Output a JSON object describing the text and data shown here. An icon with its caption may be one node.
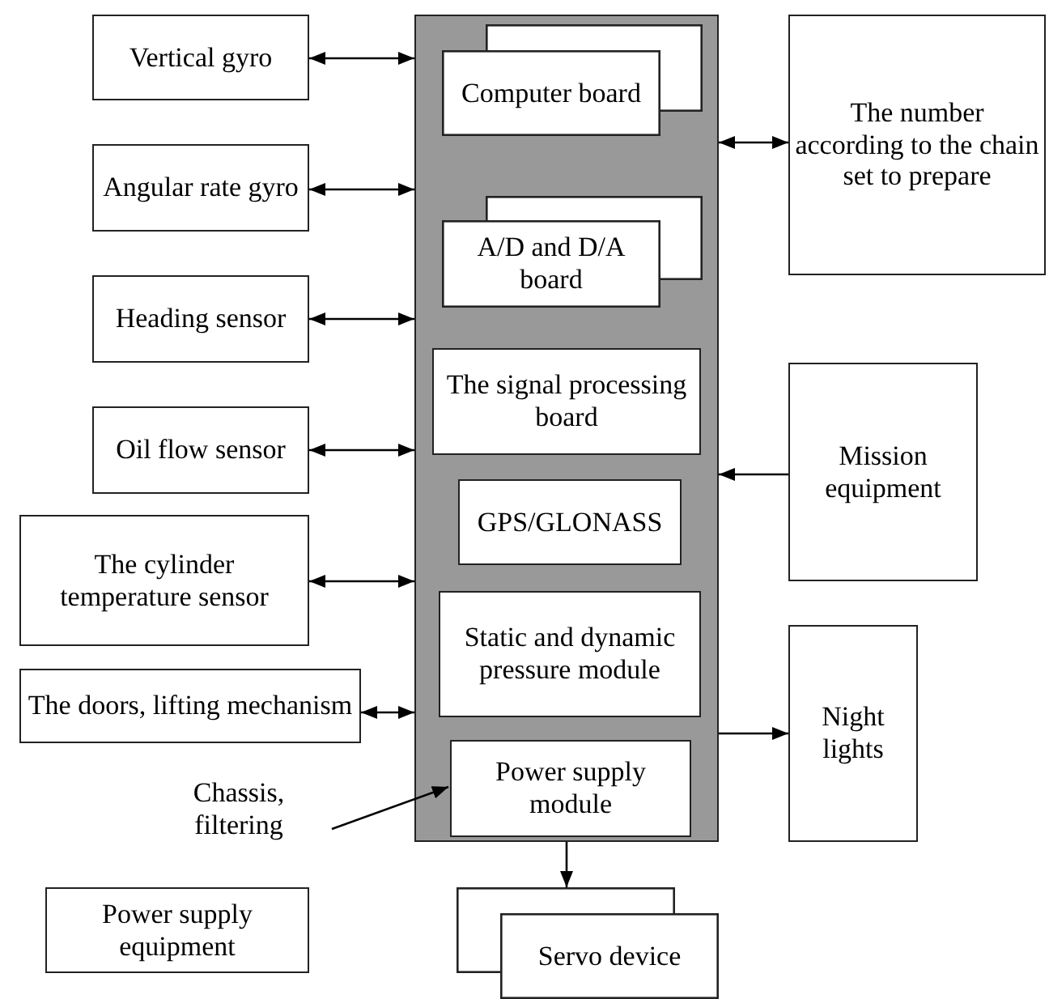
{
  "diagram": {
    "nodes": [
      {
        "text": [
          "Vertical gyro"
        ]
      },
      {
        "text": [],
        "shape": "box"
      },
      {
        "text": [
          "Computer board"
        ],
        "in": 1
      },
      {
        "text": [
          "A/D and D/A board"
        ],
        "in": 1
      },
      {
        "text": [
          "The signal processing board"
        ],
        "in": 1
      },
      {
        "text": [
          "GPS/GLONASS"
        ],
        "in": 1
      },
      {
        "text": [
          "Static and dynamic pressure module"
        ],
        "in": 1
      },
      {
        "text": [
          "Power supply module"
        ],
        "in": 1
      },
      {
        "text": [
          "The number according to the chain set to prepare"
        ]
      },
      {
        "text": [
          "Angular rate gyro"
        ]
      },
      {
        "text": [
          "Heading sensor"
        ]
      },
      {
        "text": [
          "Oil flow sensor"
        ]
      },
      {
        "text": [
          "Mission equipment"
        ]
      },
      {
        "text": [
          "The cylinder temperature sensor"
        ]
      },
      {
        "text": [
          "The doors, lifting mechanism"
        ]
      },
      {
        "text": [
          "Night lights"
        ]
      },
      {
        "text": [
          "Chassis, filtering"
        ]
      },
      {
        "text": [
          "Power supply equipment"
        ]
      },
      {
        "text": [
          "Servo device"
        ]
      }
    ],
    "edges": [
      {
        "from": 0,
        "to": 1,
        "arrow": "both"
      },
      {
        "from": 1,
        "to": 8,
        "arrow": "both"
      },
      {
        "from": 9,
        "to": 1,
        "arrow": "both"
      },
      {
        "from": 10,
        "to": 1,
        "arrow": "both"
      },
      {
        "from": 11,
        "to": 1,
        "arrow": "both"
      },
      {
        "from": 12,
        "to": 1,
        "arrow": "to"
      },
      {
        "from": 13,
        "to": 1,
        "arrow": "both"
      },
      {
        "from": 14,
        "to": 1,
        "arrow": "both"
      },
      {
        "from": 1,
        "to": 15,
        "arrow": "to"
      },
      {
        "from": 16,
        "to": 7,
        "arrow": "to"
      },
      {
        "from": 1,
        "to": 18,
        "arrow": "to"
      }
    ]
  }
}
